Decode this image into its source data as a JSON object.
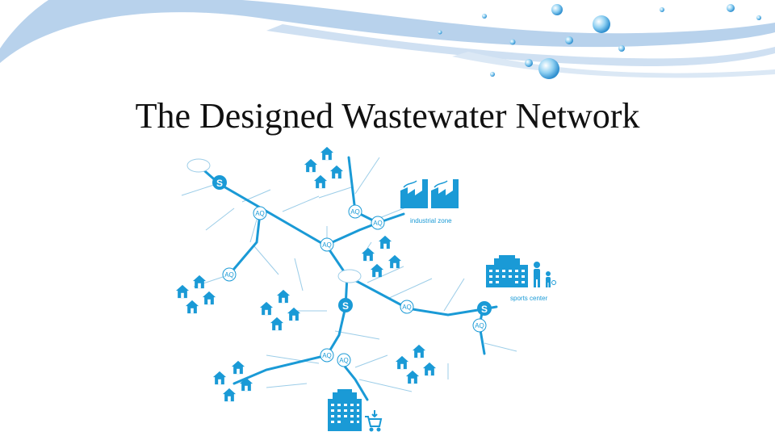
{
  "slide": {
    "title": "The Designed Wastewater Network"
  },
  "diagram": {
    "labels": {
      "pump_station": "S",
      "aq_node": "AQ",
      "industrial": "industrial zone",
      "sports": "sports center"
    },
    "icons": [
      "house-icon",
      "factory-icon",
      "sports-building-icon",
      "person-icon",
      "shopping-building-icon",
      "shopping-cart-icon",
      "cloud-icon"
    ]
  },
  "colors": {
    "network_blue": "#1a9ad6",
    "thin_line": "#9ccde8",
    "banner_blue": "#b8d2ec",
    "title_text": "#111111"
  }
}
